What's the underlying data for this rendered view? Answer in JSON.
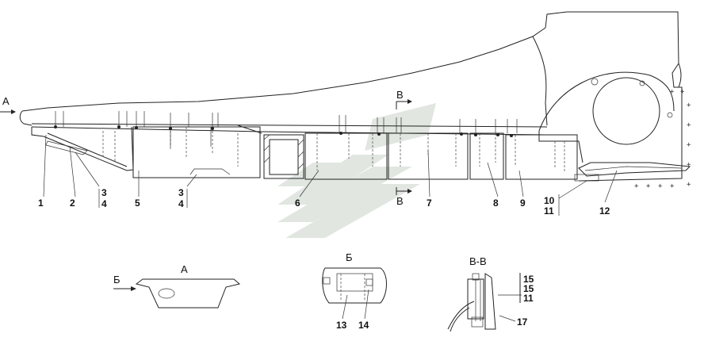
{
  "callouts": {
    "c1": "1",
    "c2": "2",
    "c3a": "3",
    "c4a": "4",
    "c5": "5",
    "c3b": "3",
    "c4b": "4",
    "c6": "6",
    "c7": "7",
    "c8": "8",
    "c9": "9",
    "c10": "10",
    "c11a": "11",
    "c12": "12",
    "c13": "13",
    "c14": "14",
    "c15a": "15",
    "c15b": "15",
    "c11b": "11",
    "c17": "17"
  },
  "views": {
    "arrow_a": "A",
    "section_b_top": "В",
    "section_b_bottom": "В",
    "view_a_title": "А",
    "view_b_arrow": "Б",
    "view_b_title": "Б",
    "section_title": "В-В"
  },
  "colors": {
    "line": "#222222",
    "watermark": "#c9d3c9"
  }
}
